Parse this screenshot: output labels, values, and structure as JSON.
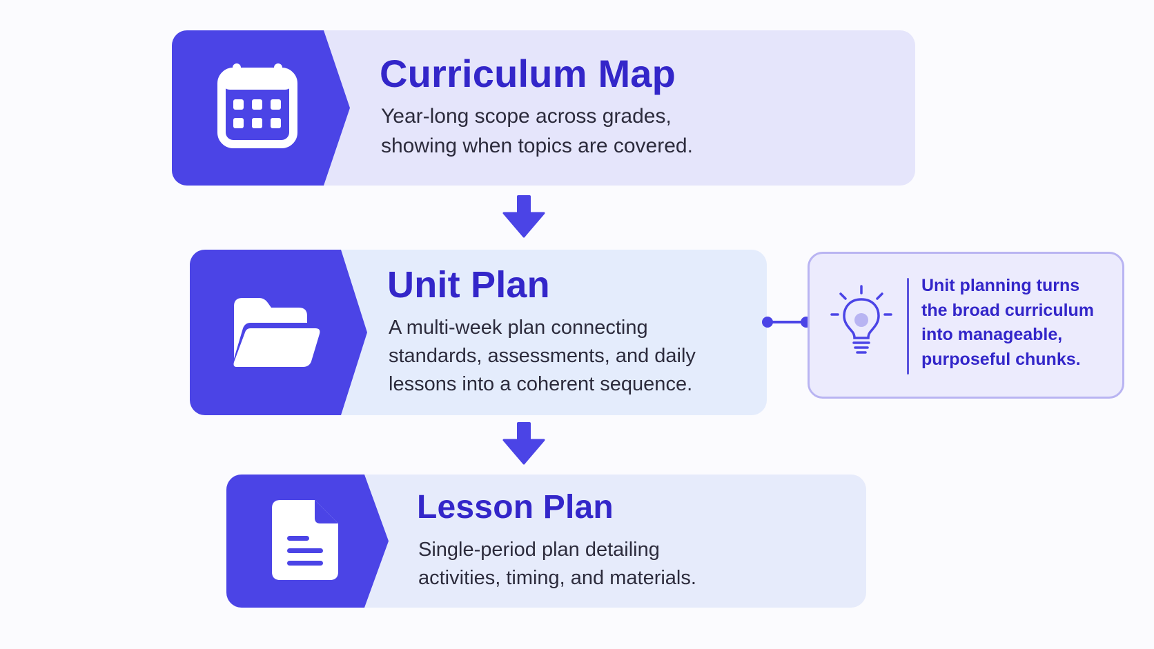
{
  "steps": [
    {
      "title": "Curriculum Map",
      "lines": [
        "Year-long scope across grades,",
        "showing when topics are covered."
      ],
      "icon": "calendar-icon"
    },
    {
      "title": "Unit Plan",
      "lines": [
        "A multi-week plan connecting",
        "standards, assessments, and daily",
        "lessons into a coherent sequence."
      ],
      "icon": "folder-icon"
    },
    {
      "title": "Lesson Plan",
      "lines": [
        "Single-period plan detailing",
        "activities, timing, and materials."
      ],
      "icon": "document-icon"
    }
  ],
  "note": {
    "lines": [
      "Unit planning turns",
      "the broad curriculum",
      "into manageable,",
      "purposeful chunks."
    ],
    "icon": "lightbulb-icon"
  },
  "colors": {
    "accent": "#4b44e6",
    "title": "#3326c9",
    "card_1": "#e5e5fb",
    "card_2": "#e4ecfc",
    "card_3": "#e6ebfb",
    "note_border": "#b9b4f2"
  }
}
